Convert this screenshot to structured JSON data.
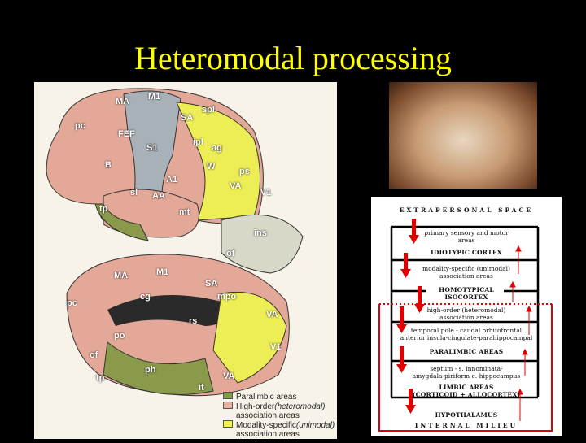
{
  "title": "Heteromodal processing",
  "brain_labels": [
    "MA",
    "M1",
    "SA",
    "spl",
    "pc",
    "FEF",
    "S1",
    "ipl",
    "ag",
    "B",
    "W",
    "A1",
    "AA",
    "sl",
    "ps",
    "VA",
    "V1",
    "tp",
    "mt",
    "of",
    "ins",
    "MA",
    "M1",
    "SA",
    "pc",
    "cg",
    "mpo",
    "rs",
    "po",
    "VA",
    "V1",
    "of",
    "tp",
    "ph",
    "VA",
    "it"
  ],
  "legend": [
    {
      "label": "Paralimbic areas",
      "color": "#7f9a4a"
    },
    {
      "label": "High-order",
      "italic": "(heteromodal)",
      "sub": "association areas",
      "color": "#e8b0a0"
    },
    {
      "label": "Modality-specific",
      "italic": "(unimodal)",
      "sub": "association areas",
      "color": "#f0f050"
    }
  ],
  "diagram": {
    "top": "EXTRAPERSONAL SPACE",
    "rows": [
      "primary sensory and motor",
      "areas",
      "IDIOTYPIC CORTEX",
      "modality-specific (unimodal)",
      "association areas",
      "HOMOTYPICAL",
      "ISOCORTEX",
      "high-order (heteromodal)",
      "association areas",
      "temporal pole - caudal orbitofrontal",
      "anterior insula-cingulate-parahippocampal",
      "PARALIMBIC AREAS",
      "septum - s. innominata-",
      "amygdala-piriform c.-hippocampus",
      "LIMBIC AREAS",
      "(CORTICOID + ALLOCORTEX)",
      "HYPOTHALAMUS"
    ],
    "bottom": "INTERNAL MILIEU",
    "arrow_color": "#e00000"
  }
}
